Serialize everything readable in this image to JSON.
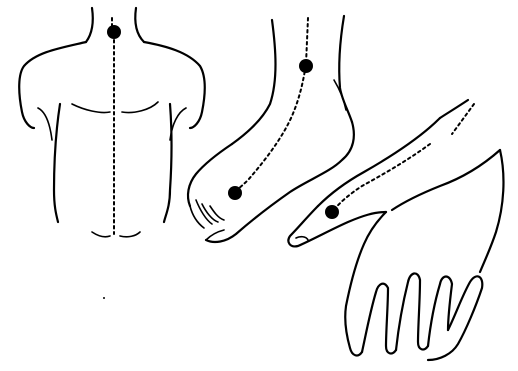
{
  "figure": {
    "panels": [
      {
        "name": "torso",
        "meridian": "front-midline",
        "points": 1
      },
      {
        "name": "foot",
        "meridian": "top-of-foot",
        "points": 2
      },
      {
        "name": "hand",
        "meridian": "thumb-side-forearm",
        "points": 1
      }
    ],
    "colors": {
      "line": "#000000",
      "background": "#ffffff",
      "point": "#000000"
    }
  }
}
